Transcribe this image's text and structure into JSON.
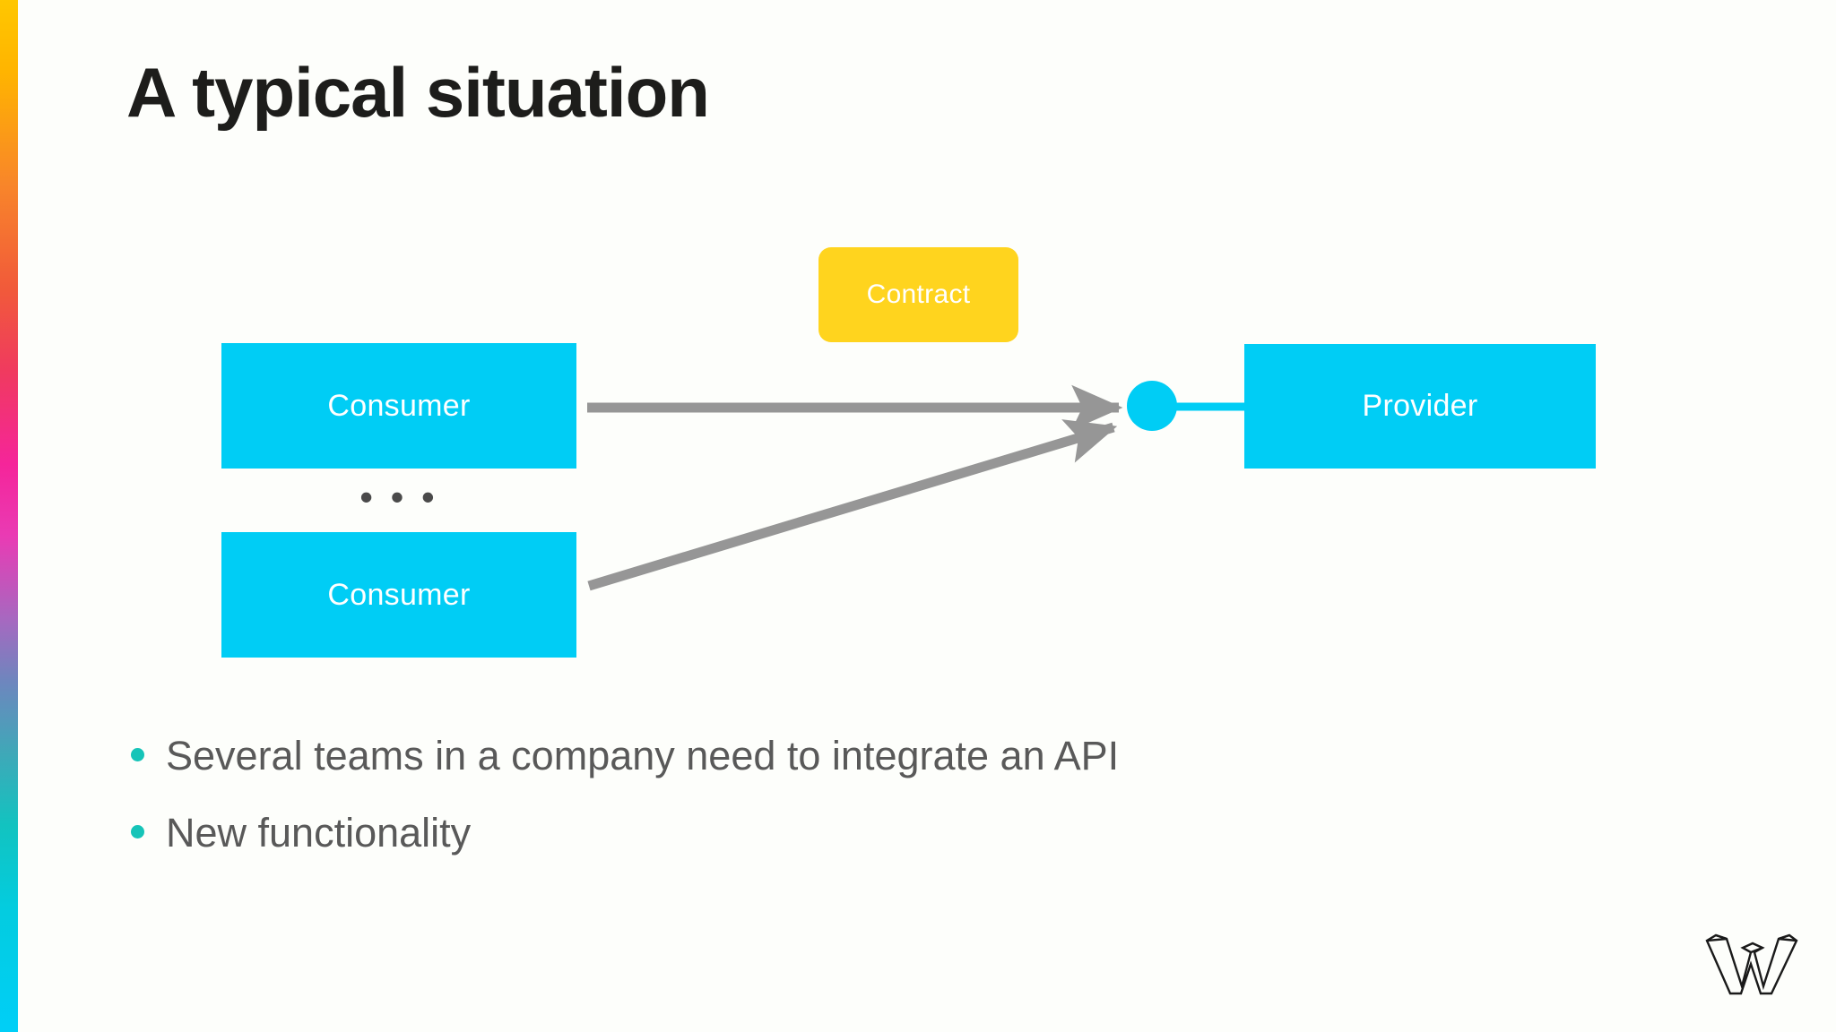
{
  "slide": {
    "title": "A typical situation",
    "background_color": "#FDFEFB",
    "title_color": "#1D1D1B"
  },
  "accent_bar": {
    "name": "gradient-accent-bar",
    "colors": [
      "#FFC700",
      "#F8852A",
      "#F03A5F",
      "#F5259A",
      "#A768C0",
      "#3FA8B8",
      "#00CFF7"
    ]
  },
  "diagram": {
    "nodes": {
      "consumer_1": {
        "label": "Consumer",
        "color": "#00CDF5",
        "text_color": "#FFFFFF"
      },
      "consumer_2": {
        "label": "Consumer",
        "color": "#00CDF5",
        "text_color": "#FFFFFF"
      },
      "provider": {
        "label": "Provider",
        "color": "#00CDF5",
        "text_color": "#FFFFFF"
      },
      "contract": {
        "label": "Contract",
        "color": "#FFD41E",
        "text_color": "#FFFFFF"
      },
      "api_endpoint": {
        "label": "",
        "color": "#00CDF5"
      }
    },
    "ellipsis": "• • •",
    "connector_color": "#969696"
  },
  "bullets": [
    {
      "text": "Several teams in a company need to integrate an API",
      "dot_color": "#16C4B8"
    },
    {
      "text": "New functionality",
      "dot_color": "#16C4B8"
    }
  ],
  "logo": {
    "name": "w-logo",
    "alt": "W"
  }
}
